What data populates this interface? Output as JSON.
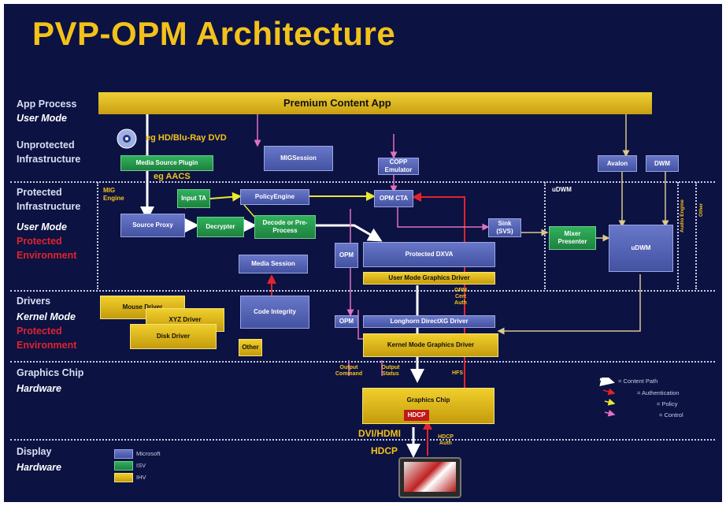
{
  "slide": {
    "title": "PVP-OPM Architecture"
  },
  "layers": {
    "app": {
      "line1": "App Process",
      "line2": "User Mode"
    },
    "unprotected": {
      "line1": "Unprotected",
      "line2": "Infrastructure"
    },
    "protected": {
      "line1": "Protected",
      "line2": "Infrastructure",
      "line3": "User Mode",
      "line4": "Protected",
      "line5": "Environment"
    },
    "drivers": {
      "line1": "Drivers",
      "line2": "Kernel Mode",
      "line3": "Protected",
      "line4": "Environment"
    },
    "chip": {
      "line1": "Graphics Chip",
      "line2": "Hardware"
    },
    "display": {
      "line1": "Display",
      "line2": "Hardware"
    }
  },
  "boxes": {
    "premium_app": "Premium Content App",
    "media_source_plugin": "Media Source Plugin",
    "mig_session": "MIGSession",
    "copp_emulator": "COPP Emulator",
    "avalon": "Avalon",
    "dwm": "DWM",
    "input_ta": "Input TA",
    "policy_engine": "PolicyEngine",
    "opm_cta": "OPM CTA",
    "source_proxy": "Source Proxy",
    "decrypter": "Decrypter",
    "decode": "Decode or Pre-Process",
    "sink": "Sink (SVS)",
    "mixer_presenter": "Mixer Presenter",
    "udwm": "uDWM",
    "opm_user": "OPM",
    "protected_dxva": "Protected DXVA",
    "user_mode_driver": "User Mode Graphics Driver",
    "media_session": "Media Session",
    "mouse_driver": "Mouse Driver",
    "xyz_driver": "XYZ Driver",
    "disk_driver": "Disk Driver",
    "code_integrity": "Code Integrity",
    "other": "Other",
    "opm_kernel": "OPM",
    "longhorn_driver": "Longhorn DirectXG Driver",
    "kernel_mode_driver": "Kernel Mode Graphics Driver",
    "graphics_chip": "Graphics Chip",
    "hdcp_chip": "HDCP"
  },
  "annotations": {
    "eg_hd": "eg HD/Blu-Ray DVD",
    "eg_aacs": "eg AACS",
    "mig_engine": "MIG Engine",
    "udwm_region": "uDWM",
    "audio_engine": "Audio Engine",
    "other_vertical": "Other",
    "opm_cert_auth": "OPM Cert Auth",
    "opm_small": "OPM",
    "output_command": "Output Command",
    "output_status": "Output Status",
    "hfs": "HFS",
    "dvi_hdmi": "DVI/HDMI",
    "hdcp": "HDCP",
    "hdcp_auth": "HDCP Auth"
  },
  "legend": {
    "content_path": "= Content Path",
    "authentication": "= Authentication",
    "policy": "= Policy",
    "control": "= Control",
    "microsoft": "Microsoft",
    "isv": "ISV",
    "ihv": "IHV"
  },
  "colors": {
    "background": "#0c1242",
    "title": "#f3c21a",
    "microsoft": "#5665b8",
    "isv": "#27a04f",
    "ihv": "#e1b91e",
    "content_arrow": "#ffffff",
    "auth_arrow": "#e0242c",
    "policy_arrow": "#e8e832",
    "control_arrow": "#e070c0"
  }
}
